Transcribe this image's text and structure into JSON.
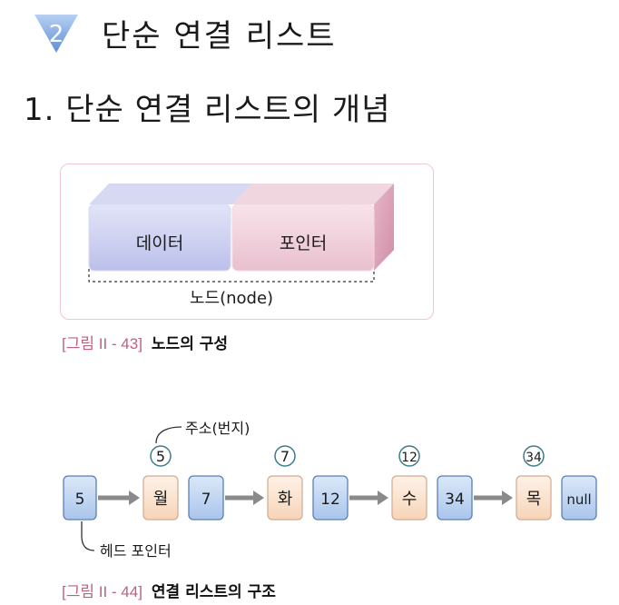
{
  "section": {
    "number": "2",
    "title": "단순 연결 리스트"
  },
  "subsection": {
    "title": "1. 단순 연결 리스트의 개념"
  },
  "node_figure": {
    "data_label": "데이터",
    "pointer_label": "포인터",
    "brace_label": "노드(node)",
    "caption_label": "[그림 II - 43]",
    "caption_text": "노드의 구성"
  },
  "list_figure": {
    "address_label": "주소(번지)",
    "head_label": "헤드 포인터",
    "head_value": "5",
    "nodes": [
      {
        "address": "5",
        "data": "월",
        "next": "7"
      },
      {
        "address": "7",
        "data": "화",
        "next": "12"
      },
      {
        "address": "12",
        "data": "수",
        "next": "34"
      },
      {
        "address": "34",
        "data": "목",
        "next": "null"
      }
    ],
    "caption_label": "[그림 II - 44]",
    "caption_text": "연결 리스트의 구조"
  },
  "colors": {
    "accent": "#7fa8e0",
    "data_cell": "#c9cdee",
    "pointer_cell": "#efc9d6",
    "list_pointer": "#bcd3f0",
    "list_data": "#fbe1cc",
    "arrow": "#8a8a8a",
    "caption_label": "#c06080"
  }
}
